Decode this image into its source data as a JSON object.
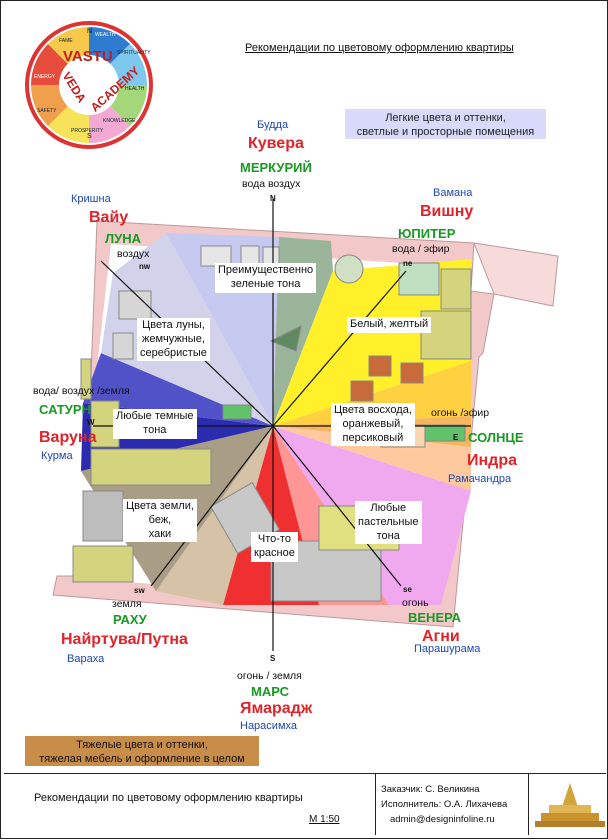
{
  "title_top": "Рекомендации по цветовому оформлению квартиры",
  "light_colors_note": [
    "Легкие цвета и оттенки,",
    "светлые и просторные помещения"
  ],
  "heavy_colors_note": [
    "Тяжелые цвета и оттенки,",
    "тяжелая мебель и оформление в целом"
  ],
  "logo": {
    "academy_name": "VASTU VEDA ACADEMY",
    "ring_words": [
      "WEALTH",
      "SPIRITUALITY",
      "HEALTH",
      "KNOWLEDGE",
      "PROSPERITY",
      "SAFETY",
      "ENERGY",
      "FAME"
    ],
    "directions": [
      "N",
      "S"
    ]
  },
  "colors": {
    "blue_text": "#1f46b4",
    "red_text": "#e0242a",
    "green_text": "#169a22",
    "wall_pink": "#f3c8c8",
    "furniture_olive": "#d4d47e",
    "label_bg_light": "#d9daf9",
    "label_bg_heavy": "#c98d4a"
  },
  "directions": {
    "N": {
      "avatar": "Будда",
      "deity": "Кувера",
      "planet": "МЕРКУРИЙ",
      "element": "вода воздух",
      "code": "N"
    },
    "NE": {
      "avatar": "Вамана",
      "deity": "Вишну",
      "planet": "ЮПИТЕР",
      "element": "вода / эфир",
      "code": "ne"
    },
    "E": {
      "avatar": "Рамачандра",
      "deity": "Индра",
      "planet": "СОЛНЦЕ",
      "element": "огонь /эфир",
      "code": "E"
    },
    "SE": {
      "avatar": "Парашурама",
      "deity": "Агни",
      "planet": "ВЕНЕРА",
      "element": "огонь",
      "code": "se"
    },
    "S": {
      "avatar": "Нарасимха",
      "deity": "Ямарадж",
      "planet": "МАРС",
      "element": "огонь / земля",
      "code": "S"
    },
    "SW": {
      "avatar": "Вараха",
      "deity": "Найртува/Путна",
      "planet": "РАХУ",
      "element": "земля",
      "code": "sw"
    },
    "W": {
      "avatar": "Курма",
      "deity": "Варуна",
      "planet": "САТУРН",
      "element": "вода/ воздух /земля",
      "code": "W"
    },
    "NW": {
      "avatar": "Кришна",
      "deity": "Вайу",
      "planet": "ЛУНА",
      "element": "воздух",
      "code": "nw"
    }
  },
  "sector_labels": {
    "north": [
      "Преимущественно",
      "зеленые тона"
    ],
    "northeast": [
      "Белый, желтый"
    ],
    "east": [
      "Цвета восхода,",
      "оранжевый,",
      "персиковый"
    ],
    "southeast": [
      "Любые",
      "пастельные",
      "тона"
    ],
    "south": [
      "Что-то",
      "красное"
    ],
    "southwest": [
      "Цвета земли,",
      "беж,",
      "хаки"
    ],
    "west": [
      "Любые темные",
      "тона"
    ],
    "northwest": [
      "Цвета луны,",
      "жемчужные,",
      "серебристые"
    ]
  },
  "footer": {
    "title": "Рекомендации по цветовому оформлению квартиры",
    "scale": "М 1:50",
    "client": "Заказчик: С. Великина",
    "executor": "Исполнитель: О.А. Лихачева",
    "email": "admin@designinfoline.ru"
  }
}
